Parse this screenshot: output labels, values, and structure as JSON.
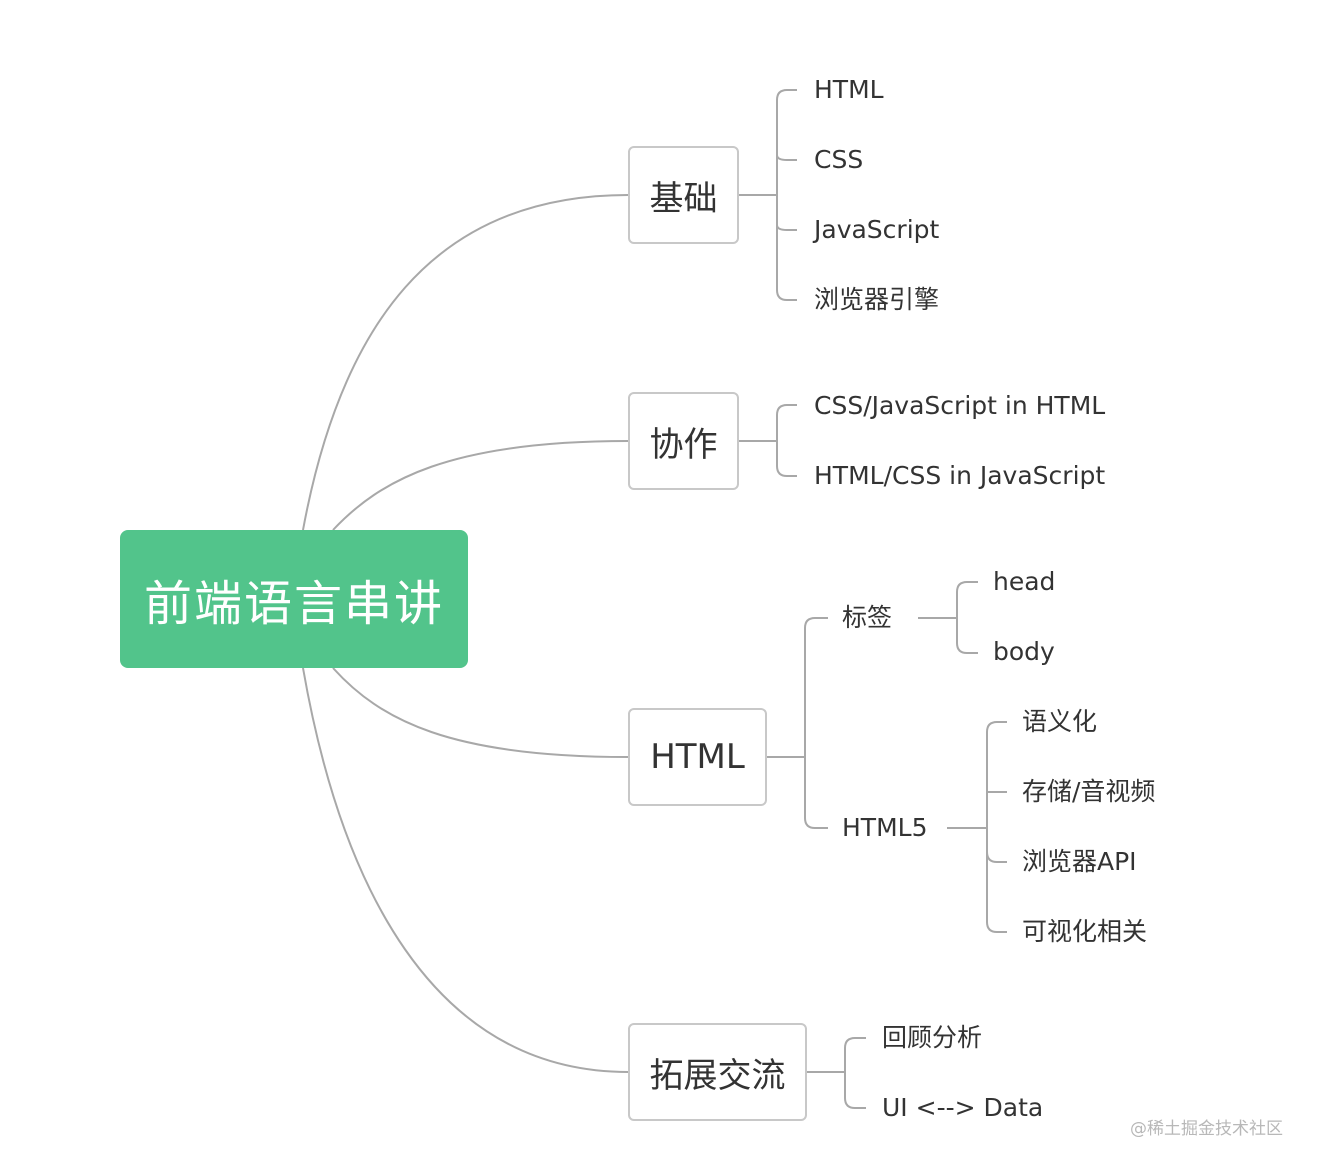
{
  "root": {
    "label": "前端语言串讲",
    "color": "#52c48b"
  },
  "branches": {
    "basics": {
      "label": "基础",
      "children": [
        "HTML",
        "CSS",
        "JavaScript",
        "浏览器引擎"
      ]
    },
    "collab": {
      "label": "协作",
      "children": [
        "CSS/JavaScript in HTML",
        "HTML/CSS in JavaScript"
      ]
    },
    "html": {
      "label": "HTML",
      "tags": {
        "label": "标签",
        "children": [
          "head",
          "body"
        ]
      },
      "html5": {
        "label": "HTML5",
        "children": [
          "语义化",
          "存储/音视频",
          "浏览器API",
          "可视化相关"
        ]
      }
    },
    "ext": {
      "label": "拓展交流",
      "children": [
        "回顾分析",
        "UI <--> Data"
      ]
    }
  },
  "watermark": "@稀土掘金技术社区",
  "colors": {
    "line": "#a8a8a8",
    "box_border": "#c8c8c8",
    "text": "#333333"
  }
}
